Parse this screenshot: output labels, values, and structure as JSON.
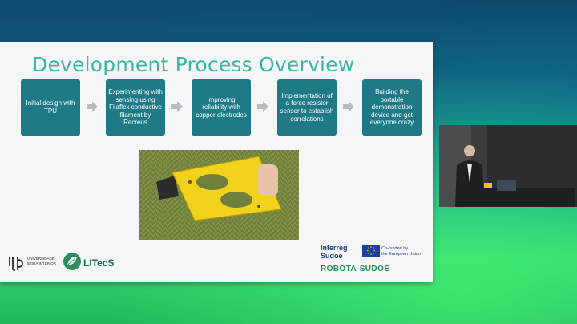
{
  "slide": {
    "title": "Development Process Overview",
    "steps": [
      "Initial design with TPU",
      "Experimenting with sensing using Filaflex conductive filament by Recreus",
      "Improving reliability with copper electrodes",
      "Implementation of a force resistor sensor to establish correlations",
      "Building the portable demonstration device and get everyone crazy"
    ],
    "logos": {
      "ubi_text_1": "UNIVERSIDADE",
      "ubi_text_2": "BEIRA INTERIOR",
      "litecs": "LITecS",
      "interreg_1": "Interreg",
      "interreg_2": "Sudoe",
      "cofunded_1": "Co-funded by",
      "cofunded_2": "the European Union",
      "robota": "ROBOTA-SUDOE"
    }
  },
  "colors": {
    "title": "#3bb6a3",
    "step_box": "#1f7a87",
    "arrow": "#b8bcbf"
  }
}
